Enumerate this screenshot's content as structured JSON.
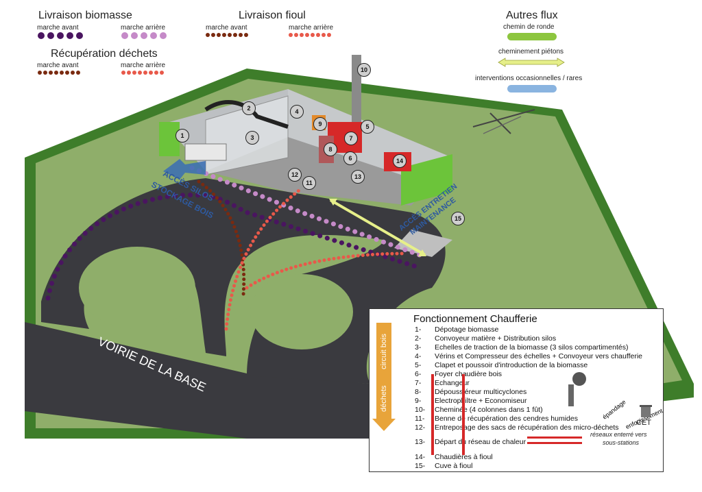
{
  "legend_top": {
    "biomasse": {
      "title": "Livraison biomasse",
      "avant": "marche avant",
      "arriere": "marche arrière"
    },
    "fioul": {
      "title": "Livraison fioul",
      "avant": "marche avant",
      "arriere": "marche arrière"
    },
    "dechets": {
      "title": "Récupération déchets",
      "avant": "marche avant",
      "arriere": "marche arrière"
    },
    "autres": {
      "title": "Autres flux",
      "ronde": "chemin de ronde",
      "pietons": "cheminement piétons",
      "interventions": "interventions occasionnelles / rares"
    }
  },
  "colors": {
    "biomasse_avant": "#4a1560",
    "biomasse_arriere": "#c58ac8",
    "fioul_avant": "#7a2a10",
    "fioul_arriere": "#e8594a",
    "ronde": "#8dc63f",
    "pietons": "#e6ef8a",
    "interventions": "#8ab4e0",
    "grass": "#8fae6a",
    "road": "#3a3a3f",
    "hedge": "#3e7d2a"
  },
  "map_labels": {
    "acces_silos": "ACCÈS SILOS",
    "stockage_bois": "STOCKAGE BOIS",
    "acces_entretien": "ACCÈS ENTRETIEN",
    "maintenance": "MAINTENANCE",
    "voirie": "VOIRIE DE LA BASE"
  },
  "markers": [
    "1",
    "2",
    "3",
    "4",
    "5",
    "6",
    "7",
    "8",
    "9",
    "10",
    "11",
    "12",
    "13",
    "14",
    "15"
  ],
  "panel": {
    "title": "Fonctionnement Chaufferie",
    "items": [
      {
        "n": "1-",
        "label": "Dépotage biomasse"
      },
      {
        "n": "2-",
        "label": "Convoyeur matière + Distribution silos"
      },
      {
        "n": "3-",
        "label": "Echelles de traction de la biomasse (3 silos compartimentés)"
      },
      {
        "n": "4-",
        "label": "Vérins et Compresseur des échelles + Convoyeur vers chaufferie"
      },
      {
        "n": "5-",
        "label": "Clapet et poussoir d'introduction de la biomasse"
      },
      {
        "n": "6-",
        "label": "Foyer chaudière bois"
      },
      {
        "n": "7-",
        "label": "Echangeur"
      },
      {
        "n": "8-",
        "label": "Dépoussiéreur multicyclones"
      },
      {
        "n": "9-",
        "label": "Electrophiltre + Economiseur"
      },
      {
        "n": "10-",
        "label": "Cheminée (4 colonnes dans 1 fût)"
      },
      {
        "n": "11-",
        "label": "Benne de récupération des cendres humides"
      },
      {
        "n": "12-",
        "label": "Entreposage des sacs de récupération des micro-déchets"
      },
      {
        "n": "13-",
        "label": "Départ du réseau de chaleur"
      },
      {
        "n": "14-",
        "label": "Chaudières à fioul"
      },
      {
        "n": "15-",
        "label": "Cuve à fioul"
      }
    ],
    "circuit_bois": "circuit bois",
    "dechets": "déchets",
    "epandage": "épandage",
    "enfouissement": "enfouissement",
    "cet": "CET",
    "reseaux_1": "réseaux enterré vers",
    "reseaux_2": "sous-stations"
  }
}
